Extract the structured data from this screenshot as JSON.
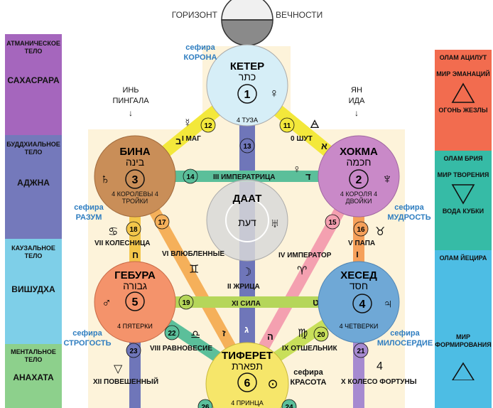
{
  "header": {
    "left": "ГОРИЗОНТ",
    "right": "ВЕЧНОСТИ"
  },
  "columns": {
    "left_title_1": "ИНЬ",
    "left_title_2": "ПИНГАЛА",
    "right_title_1": "ЯН",
    "right_title_2": "ИДА",
    "down_arrow": "↓"
  },
  "left_bodies": [
    {
      "small": "АТМАНИЧЕСКОЕ ТЕЛО",
      "large": "САХАСРАРА",
      "color": "#9b59b6"
    },
    {
      "small": "БУДДХИАЛЬНОЕ ТЕЛО",
      "large": "АДЖНА",
      "color": "#6f76b9"
    },
    {
      "small": "КАУЗАЛЬНОЕ ТЕЛО",
      "large": "ВИШУДХА",
      "color": "#6fc8e6"
    },
    {
      "small": "МЕНТАЛЬНОЕ ТЕЛО",
      "large": "АНАХАТА",
      "color": "#7ec97f"
    }
  ],
  "right_worlds": [
    {
      "l1": "ОЛАМ АЦИЛУТ",
      "l2": "МИР ЭМАНАЦИЙ",
      "l3": "ОГОНЬ ЖЕЗЛЫ",
      "color": "#f26c4f",
      "triangle": "up"
    },
    {
      "l1": "ОЛАМ БРИЯ",
      "l2": "МИР ТВОРЕНИЯ",
      "l3": "ВОДА КУБКИ",
      "color": "#2fb9a4",
      "triangle": "down"
    },
    {
      "l1": "ОЛАМ ЙЕЦИРА",
      "l2": "МИР ФОРМИРОВАНИЯ",
      "color": "#39b6e2"
    }
  ],
  "sephirot": [
    {
      "id": "keter",
      "name": "КЕТЕР",
      "hebrew": "כתר",
      "number": "1",
      "symbol": "♀",
      "cards": "4 ТУЗА",
      "color": "#d6eef7"
    },
    {
      "id": "bina",
      "name": "БИНА",
      "hebrew": "בינה",
      "number": "3",
      "symbol": "♄",
      "cards": "4 КОРОЛЕВЫ 4 ТРОЙКИ",
      "color": "#c98e58"
    },
    {
      "id": "hokma",
      "name": "ХОКМА",
      "hebrew": "חכמה",
      "number": "2",
      "symbol": "♆",
      "cards": "4 КОРОЛЯ 4 ДВОЙКИ",
      "color": "#c989c8"
    },
    {
      "id": "daat",
      "name": "ДААТ",
      "hebrew": "דעת",
      "symbol": "♅",
      "color": "#d5d5d5"
    },
    {
      "id": "gebura",
      "name": "ГЕБУРА",
      "hebrew": "גבורה",
      "number": "5",
      "symbol": "♂",
      "cards": "4 ПЯТЕРКИ",
      "color": "#f4936b"
    },
    {
      "id": "hesed",
      "name": "ХЕСЕД",
      "hebrew": "חסד",
      "number": "4",
      "symbol": "♃",
      "cards": "4 ЧЕТВЕРКИ",
      "color": "#6fa8d6"
    },
    {
      "id": "tiferet",
      "name": "ТИФЕРЕТ",
      "hebrew": "תפארת",
      "number": "6",
      "symbol": "⊙",
      "cards": "4 ПРИНЦА",
      "color": "#f6e66a"
    }
  ],
  "sephira_labels": {
    "korona_1": "сефира",
    "korona_2": "КОРОНА",
    "razum_1": "сефира",
    "razum_2": "РАЗУМ",
    "mudrost_1": "сефира",
    "mudrost_2": "МУДРОСТЬ",
    "strogost_1": "сефира",
    "strogost_2": "СТРОГОСТЬ",
    "miloserdie_1": "сефира",
    "miloserdie_2": "МИЛОСЕРДИЕ",
    "krasota_1": "сефира",
    "krasota_2": "КРАСОТА"
  },
  "paths": [
    {
      "n": "11",
      "label": "0 ШУТ",
      "letter": "א",
      "symbol": "🜁",
      "color": "#f3e83b"
    },
    {
      "n": "12",
      "label": "I МАГ",
      "letter": "ב",
      "symbol": "☿",
      "color": "#f3e83b"
    },
    {
      "n": "13",
      "label": "II ЖРИЦА",
      "letter": "ג",
      "symbol": "☽",
      "color": "#6f76b9"
    },
    {
      "n": "14",
      "label": "III ИМПЕРАТРИЦА",
      "letter": "ד",
      "symbol": "♀",
      "color": "#5bbf9a"
    },
    {
      "n": "15",
      "label": "IV ИМПЕРАТОР",
      "letter": "ה",
      "symbol": "♈",
      "color": "#f4a0b0"
    },
    {
      "n": "16",
      "label": "V ПАПА",
      "letter": "ו",
      "symbol": "♉",
      "color": "#f5a05a"
    },
    {
      "n": "17",
      "label": "VI ВЛЮБЛЕННЫЕ",
      "letter": "ז",
      "symbol": "♊",
      "color": "#f5a05a"
    },
    {
      "n": "18",
      "label": "VII КОЛЕСНИЦА",
      "letter": "ח",
      "symbol": "♋",
      "color": "#f3c64a"
    },
    {
      "n": "19",
      "label": "XI СИЛА",
      "letter": "ט",
      "symbol": "",
      "color": "#b5d65a"
    },
    {
      "n": "20",
      "label": "IX ОТШЕЛЬНИК",
      "letter": "",
      "symbol": "♍",
      "color": "#c8df5a"
    },
    {
      "n": "21",
      "label": "X КОЛЕСО ФОРТУНЫ",
      "letter": "",
      "symbol": "4",
      "color": "#a68ad0"
    },
    {
      "n": "22",
      "label": "VIII РАВНОВЕСИЕ",
      "letter": "",
      "symbol": "♎",
      "color": "#5bbf9a"
    },
    {
      "n": "23",
      "label": "XII ПОВЕШЕННЫЙ",
      "letter": "",
      "symbol": "▽",
      "color": "#6f76b9"
    },
    {
      "n": "24",
      "label": "",
      "letter": "",
      "symbol": "",
      "color": "#5bbf9a"
    },
    {
      "n": "26",
      "label": "",
      "letter": "",
      "symbol": "",
      "color": "#5bbf9a"
    }
  ]
}
